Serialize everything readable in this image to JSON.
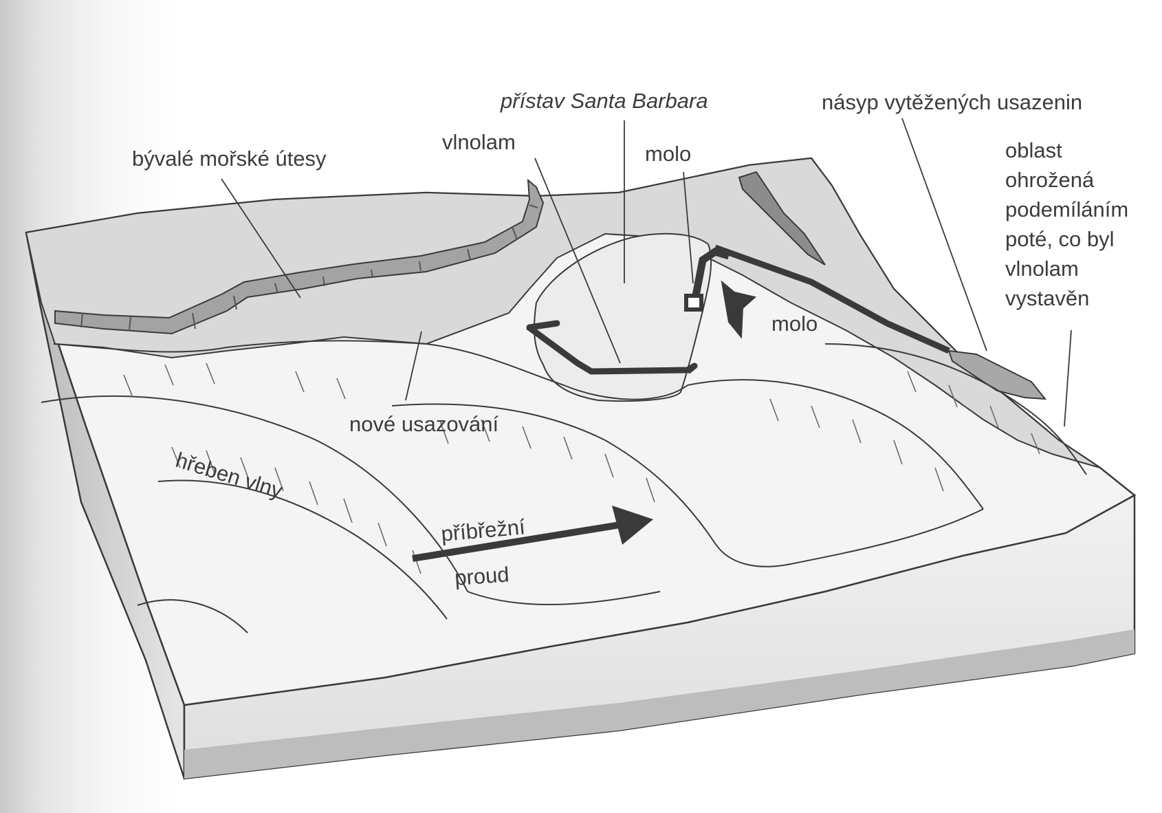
{
  "diagram": {
    "labels": {
      "harbor": "přístav Santa Barbara",
      "dredge_fill": "násyp vytěžených usazenin",
      "former_cliffs": "bývalé mořské útesy",
      "breakwater": "vlnolam",
      "pier_top": "molo",
      "pier_right": "molo",
      "erosion_zone": "oblast\nohrožená\npodemíláním\npoté, co byl\nvlnolam\nvystavěn",
      "new_deposition": "nové usazování",
      "wave_crest": "hřeben vlny",
      "current_top": "příbřežní",
      "current_bottom": "proud"
    },
    "colors": {
      "land": "#d6d6d6",
      "beach": "#f2f2f2",
      "cliff": "#9a9a9a",
      "structure": "#3a3a3a",
      "ink": "#3c3c3c"
    }
  }
}
